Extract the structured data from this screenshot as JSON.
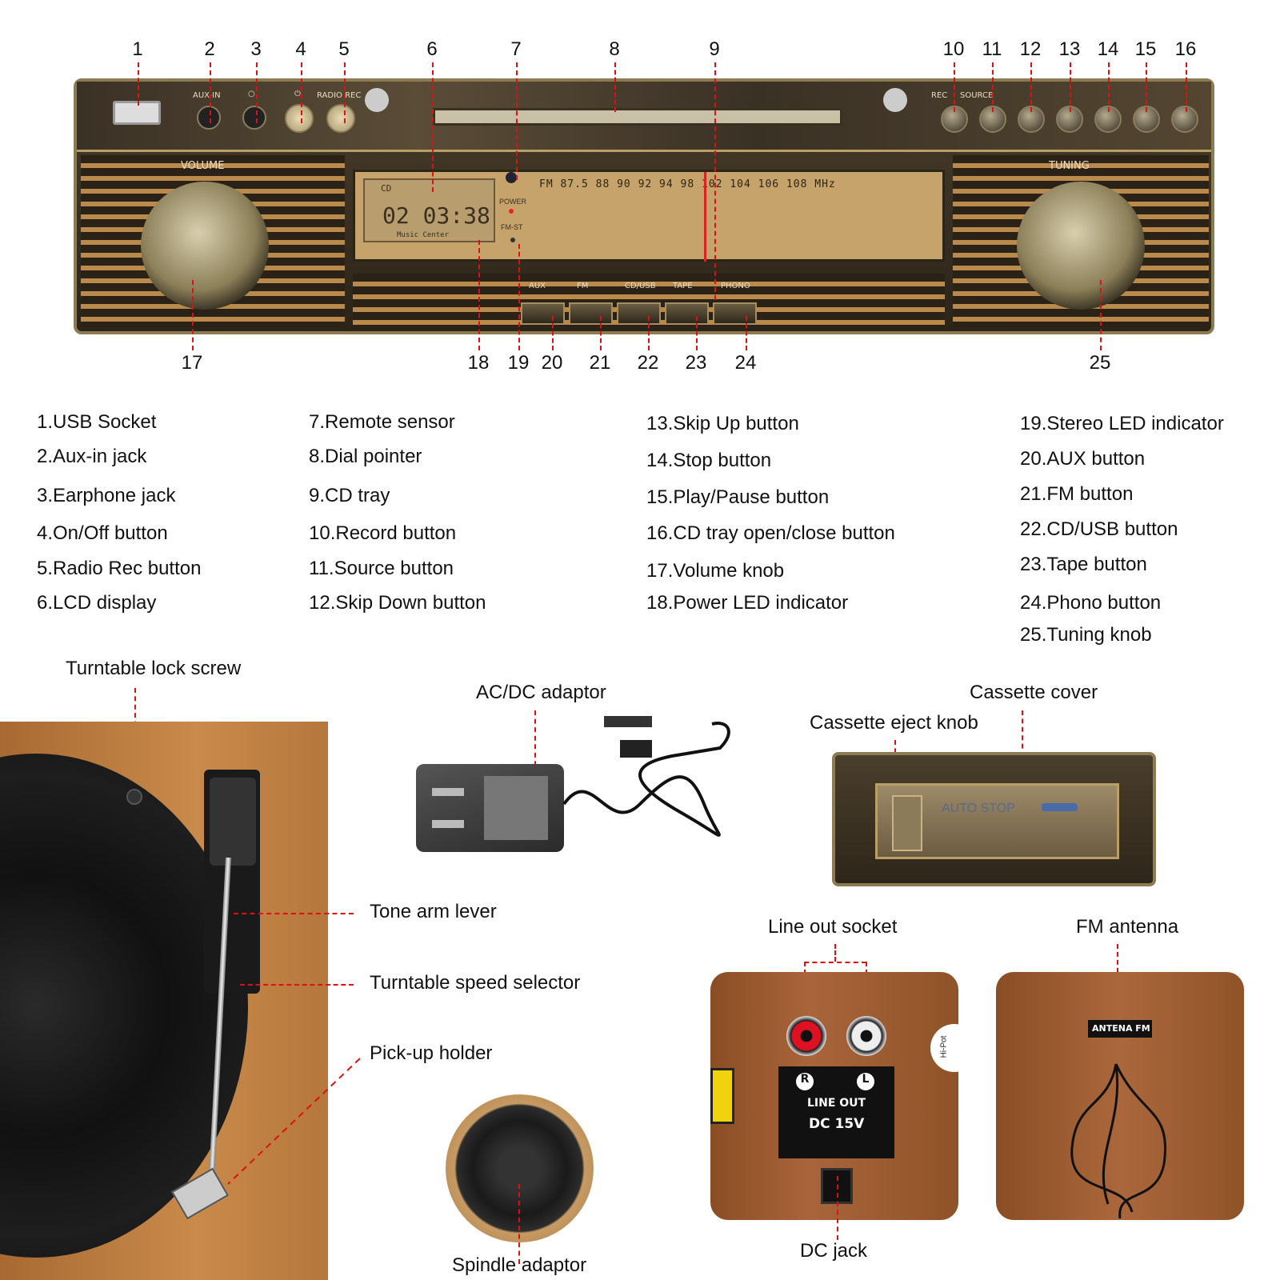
{
  "panel": {
    "callout_numbers_top": [
      "1",
      "2",
      "3",
      "4",
      "5",
      "6",
      "7",
      "8",
      "9",
      "10",
      "11",
      "12",
      "13",
      "14",
      "15",
      "16"
    ],
    "callout_numbers_bottom": [
      "17",
      "18",
      "19",
      "20",
      "21",
      "22",
      "23",
      "24",
      "25"
    ],
    "labels": {
      "volume": "VOLUME",
      "tuning": "TUNING",
      "aux_in": "AUX-IN",
      "radio_rec": "RADIO REC",
      "rec": "REC",
      "source": "SOURCE",
      "power": "POWER",
      "fm_st": "FM-ST",
      "lcd_time": "02 03:38",
      "lcd_mode": "CD",
      "music_center": "Music Center",
      "dial_scale": "FM 87.5 88 90 92 94 98 102 104 106 108 MHz",
      "function_buttons": [
        "AUX",
        "FM",
        "CD/USB",
        "TAPE",
        "PHONO"
      ]
    }
  },
  "legend": {
    "col1": [
      "1.USB Socket",
      "2.Aux-in jack",
      "3.Earphone jack",
      "4.On/Off button",
      "5.Radio Rec button",
      "6.LCD display"
    ],
    "col2": [
      "7.Remote sensor",
      "8.Dial pointer",
      "9.CD tray",
      "10.Record button",
      "11.Source button",
      "12.Skip Down button"
    ],
    "col3": [
      "13.Skip Up button",
      "14.Stop button",
      "15.Play/Pause button",
      "16.CD tray open/close button",
      "17.Volume knob",
      "18.Power LED indicator"
    ],
    "col4": [
      "19.Stereo LED indicator",
      "20.AUX button",
      "21.FM button",
      "22.CD/USB button",
      "23.Tape button",
      "24.Phono button",
      "25.Tuning knob"
    ]
  },
  "callouts": {
    "turntable_lock_screw": "Turntable lock screw",
    "tone_arm_lever": "Tone arm lever",
    "speed_selector": "Turntable speed selector",
    "pickup_holder": "Pick-up holder",
    "ac_dc_adaptor": "AC/DC adaptor",
    "spindle_adaptor": "Spindle adaptor",
    "cassette_cover": "Cassette cover",
    "cassette_eject_knob": "Cassette eject knob",
    "line_out_socket": "Line out socket",
    "fm_antenna": "FM antenna",
    "dc_jack": "DC jack"
  },
  "photo_text": {
    "auto_stop": "AUTO STOP",
    "r": "R",
    "l": "L",
    "line_out": "LINE OUT",
    "dc_15v": "DC 15V",
    "antena_fm": "ANTENA FM",
    "hi_pot": "Hi-Pot"
  }
}
